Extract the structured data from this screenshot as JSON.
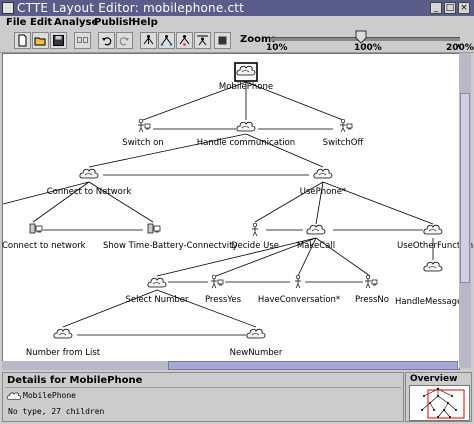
{
  "window": {
    "title": "CTTE Layout Editor: mobilephone.ctt",
    "controls": [
      "_",
      "□",
      "×"
    ]
  },
  "menu": [
    "File",
    "Edit",
    "Analyse",
    "Publish",
    "Help"
  ],
  "toolbar": {
    "zoom_label": "Zoom:",
    "zoom_min": "10%",
    "zoom_mid": "100%",
    "zoom_max": "200%",
    "zoom_value_percent": 100
  },
  "tree": {
    "root": "MobilePhone",
    "level1": [
      "Switch on",
      "Handle communication",
      "SwitchOff"
    ],
    "level2": [
      "Connect to Network",
      "UsePhone*"
    ],
    "level3_left": [
      "Connect to network",
      "Show Time-Battery-Connectvity"
    ],
    "level3_right": [
      "Decide Use",
      "MakeCall",
      "UseOtherFunction"
    ],
    "level4": [
      "Select Number",
      "PressYes",
      "HaveConversation*",
      "PressNo"
    ],
    "level4_side": "HandleMessages",
    "level5": [
      "Number from List",
      "NewNumber"
    ]
  },
  "details": {
    "title": "Details for MobilePhone",
    "name": "MobilePhone",
    "info": "No type, 27 children"
  },
  "overview": {
    "title": "Overview"
  }
}
